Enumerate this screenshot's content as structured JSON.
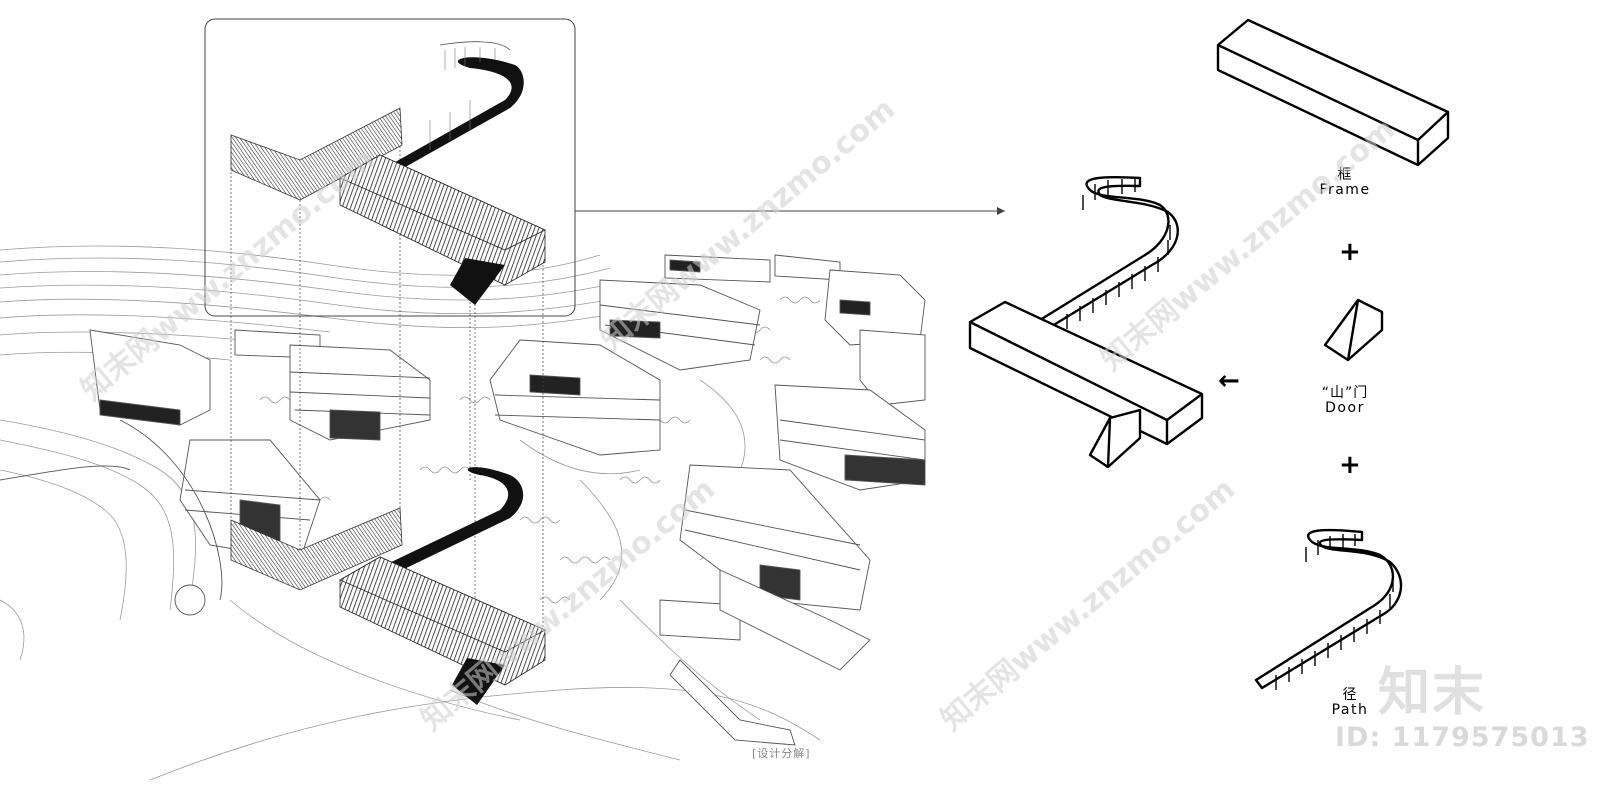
{
  "diagram": {
    "components": [
      {
        "zh": "框",
        "en": "Frame"
      },
      {
        "zh": "“山”门",
        "en": "Door"
      },
      {
        "zh": "径",
        "en": "Path"
      }
    ],
    "plus_symbol": "+",
    "arrow_symbol": "←",
    "caption": "[设计分解]"
  },
  "watermark": {
    "text": "知末网www.znzmo.com",
    "logo": "知末",
    "id": "ID: 1179575013"
  },
  "colors": {
    "line": "#000000",
    "background": "#ffffff",
    "sketch": "#6b6b6b",
    "watermark": "#cfcfcf"
  }
}
